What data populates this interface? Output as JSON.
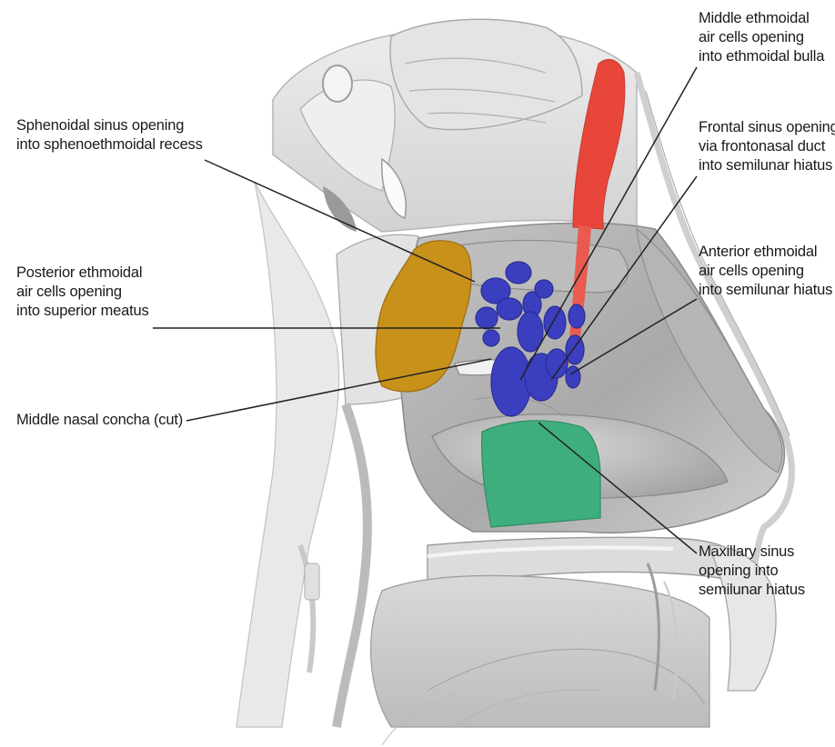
{
  "labels": {
    "sphenoidal": [
      "Sphenoidal sinus opening",
      "into sphenoethmoidal recess"
    ],
    "posterior_ethmoidal": [
      "Posterior ethmoidal",
      "air cells opening",
      "into superior meatus"
    ],
    "middle_concha": [
      "Middle nasal concha (cut)"
    ],
    "middle_ethmoidal": [
      "Middle ethmoidal",
      "air cells opening",
      "into ethmoidal bulla"
    ],
    "frontal": [
      "Frontal sinus opening",
      "via frontonasal duct",
      "into semilunar hiatus"
    ],
    "anterior_ethmoidal": [
      "Anterior ethmoidal",
      "air cells opening",
      "into semilunar hiatus"
    ],
    "maxillary": [
      "Maxillary sinus",
      "opening into",
      "semilunar hiatus"
    ]
  },
  "colors": {
    "sphenoidal_sinus": "#c8911a",
    "ethmoidal_cells": "#3b3fbf",
    "frontal_sinus": "#e8463a",
    "maxillary_sinus": "#3fae7e",
    "tissue_light": "#e6e6e6",
    "tissue_mid": "#cfcfcf",
    "tissue_dark": "#9a9a9a",
    "leader_line": "#222222"
  }
}
